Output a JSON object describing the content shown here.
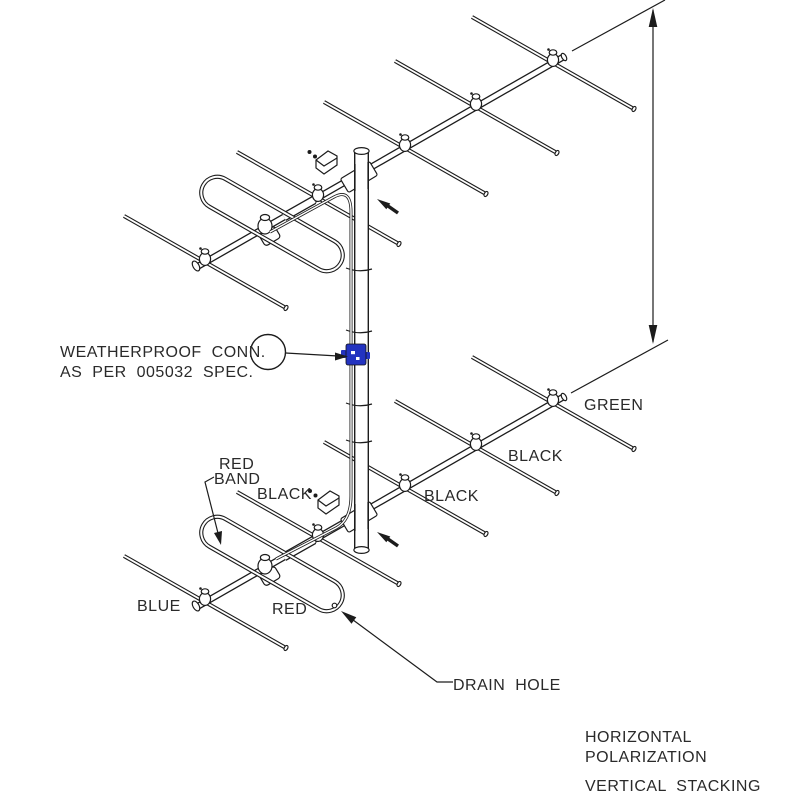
{
  "callout": {
    "line1": "WEATHERPROOF CONN.",
    "line2": "AS PER 005032 SPEC."
  },
  "element_labels": {
    "red_band_line1": "RED",
    "red_band_line2": "BAND",
    "black_rear": "BLACK",
    "black_mid": "BLACK",
    "black_front": "BLACK",
    "green_front": "GREEN",
    "blue_reflector": "BLUE",
    "red_driven": "RED",
    "drain_hole": "DRAIN HOLE"
  },
  "notes": {
    "line1": "HORIZONTAL",
    "line2": "POLARIZATION",
    "line3": "VERTICAL STACKING"
  },
  "colors": {
    "connector": "#2333c0",
    "ink": "#1c1c1c"
  }
}
